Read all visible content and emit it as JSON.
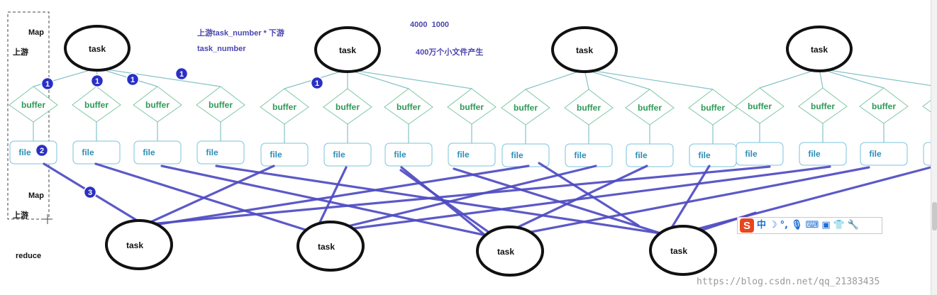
{
  "labels": {
    "map_top": "Map",
    "upstream_top": "上游",
    "map_bottom": "Map",
    "upstream_bottom": "上游",
    "reduce": "reduce"
  },
  "notes": {
    "formula_line1": "上游task_number * 下游",
    "formula_line2": "task_number",
    "numbers": "4000  1000",
    "small_files": "400万个小文件产生"
  },
  "nodes": {
    "task": "task",
    "buffer": "buffer",
    "file": "file"
  },
  "badges": [
    "1",
    "1",
    "1",
    "1",
    "1",
    "2",
    "3"
  ],
  "ime_toolbar": {
    "logo": "S",
    "mode": "中",
    "icons": [
      "moon-icon",
      "punctuation-icon",
      "microphone-icon",
      "keyboard-icon",
      "toolbox-icon",
      "shirt-icon",
      "wrench-icon"
    ]
  },
  "watermark": "https://blog.csdn.net/qq_21383435",
  "colors": {
    "shuffle_line": "#4f4bc3",
    "tree_line": "#86c2c9",
    "buffer_border": "#7fc7a4",
    "file_border": "#79c3dd",
    "badge": "#2a2fc4"
  }
}
